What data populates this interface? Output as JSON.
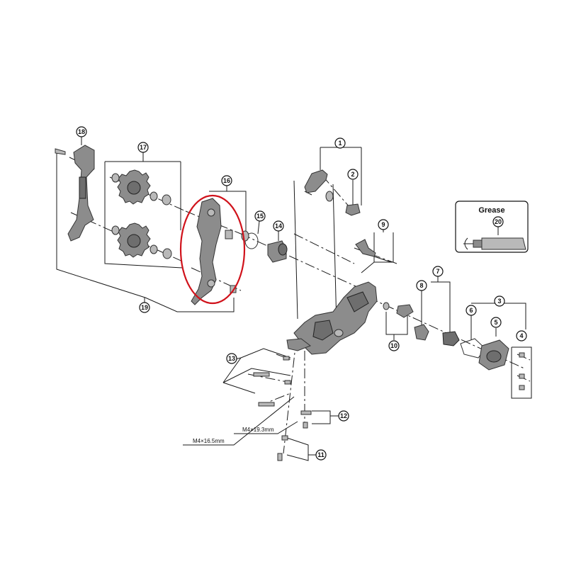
{
  "callouts": [
    "1",
    "2",
    "3",
    "4",
    "5",
    "6",
    "7",
    "8",
    "9",
    "10",
    "11",
    "12",
    "13",
    "14",
    "15",
    "16",
    "17",
    "18",
    "19",
    "20"
  ],
  "dimensions": {
    "long_bolt": "M4×16.5mm",
    "short_bolt": "M4×19.3mm"
  },
  "grease_box": {
    "title": "Grease",
    "callout": "20"
  },
  "highlight_color": "#d0121b"
}
